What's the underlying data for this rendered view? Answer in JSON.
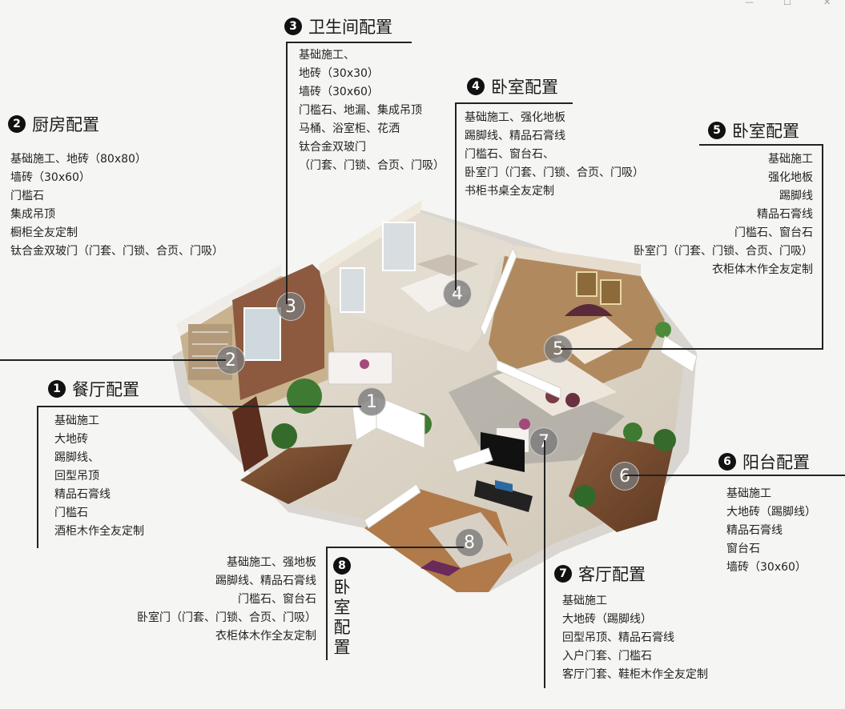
{
  "window": {
    "min_icon": "minimize-icon",
    "max_icon": "maximize-icon",
    "close_icon": "close-icon"
  },
  "sections": {
    "kitchen": {
      "badge": "2",
      "title": "厨房配置",
      "items": [
        "基础施工、地砖（80x80）",
        "墙砖（30x60）",
        "门槛石",
        "集成吊顶",
        "橱柜全友定制",
        "钛合金双玻门（门套、门锁、合页、门吸）"
      ]
    },
    "bathroom": {
      "badge": "3",
      "title": "卫生间配置",
      "items": [
        "基础施工、",
        "地砖（30x30）",
        "墙砖（30x60）",
        "门槛石、地漏、集成吊顶",
        "马桶、浴室柜、花洒",
        "钛合金双玻门",
        "（门套、门锁、合页、门吸）"
      ]
    },
    "bedroom4": {
      "badge": "4",
      "title": "卧室配置",
      "items": [
        "基础施工、强化地板",
        "踢脚线、精品石膏线",
        "门槛石、窗台石、",
        "卧室门（门套、门锁、合页、门吸）",
        "书柜书桌全友定制"
      ]
    },
    "bedroom5": {
      "badge": "5",
      "title": "卧室配置",
      "items": [
        "基础施工",
        "强化地板",
        "踢脚线",
        "精品石膏线",
        "门槛石、窗台石",
        "卧室门（门套、门锁、合页、门吸）",
        "衣柜体木作全友定制"
      ]
    },
    "dining": {
      "badge": "1",
      "title": "餐厅配置",
      "items": [
        "基础施工",
        "大地砖",
        "踢脚线、",
        "回型吊顶",
        "精品石膏线",
        "门槛石",
        "酒柜木作全友定制"
      ]
    },
    "balcony": {
      "badge": "6",
      "title": "阳台配置",
      "items": [
        "基础施工",
        "大地砖（踢脚线）",
        "精品石膏线",
        "窗台石",
        "墙砖（30x60）"
      ]
    },
    "living": {
      "badge": "7",
      "title": "客厅配置",
      "items": [
        "基础施工",
        "大地砖（踢脚线）",
        "回型吊顶、精品石膏线",
        "入户门套、门槛石",
        "客厅门套、鞋柜木作全友定制"
      ]
    },
    "bedroom8": {
      "badge": "8",
      "title_chars": [
        "卧",
        "室",
        "配",
        "置"
      ],
      "items": [
        "基础施工、强地板",
        "踢脚线、精品石膏线",
        "门槛石、窗台石",
        "卧室门（门套、门锁、合页、门吸）",
        "衣柜体木作全友定制"
      ]
    }
  },
  "markers": [
    "1",
    "2",
    "3",
    "4",
    "5",
    "6",
    "7",
    "8"
  ]
}
